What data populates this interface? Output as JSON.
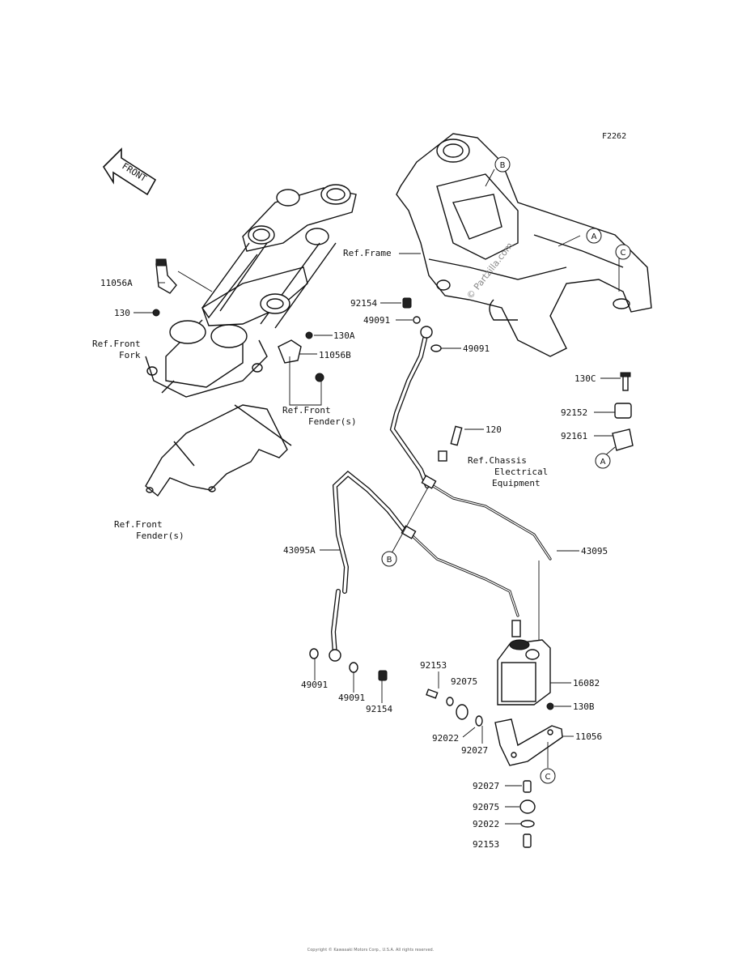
{
  "figure_code": "F2262",
  "front_arrow_text": "FRONT",
  "watermark": "© Partzilla.com",
  "footer_text": "Copyright © Kawasaki Motors Corp., U.S.A. All rights reserved.",
  "references": {
    "frame": "Ref.Frame",
    "front_fork_line1": "Ref.Front",
    "front_fork_line2": "Fork",
    "front_fender_a_line1": "Ref.Front",
    "front_fender_a_line2": "Fender(s)",
    "chassis_line1": "Ref.Chassis",
    "chassis_line2": "Electrical",
    "chassis_line3": "Equipment",
    "front_fender_b_line1": "Ref.Front",
    "front_fender_b_line2": "Fender(s)"
  },
  "callouts": {
    "A": "A",
    "B": "B",
    "C": "C"
  },
  "parts": {
    "p11056A": "11056A",
    "p130": "130",
    "p130A": "130A",
    "p11056B": "11056B",
    "p92154_top": "92154",
    "p49091_top_a": "49091",
    "p49091_top_b": "49091",
    "p130C": "130C",
    "p92152": "92152",
    "p92161": "92161",
    "p120": "120",
    "p43095A": "43095A",
    "p43095": "43095",
    "p49091_bot_a": "49091",
    "p49091_bot_b": "49091",
    "p92154_bot": "92154",
    "p92153_top": "92153",
    "p92075_top": "92075",
    "p16082": "16082",
    "p130B": "130B",
    "p92022_top": "92022",
    "p92027_top": "92027",
    "p11056": "11056",
    "p92027_bot": "92027",
    "p92075_bot": "92075",
    "p92022_bot": "92022",
    "p92153_bot": "92153"
  }
}
